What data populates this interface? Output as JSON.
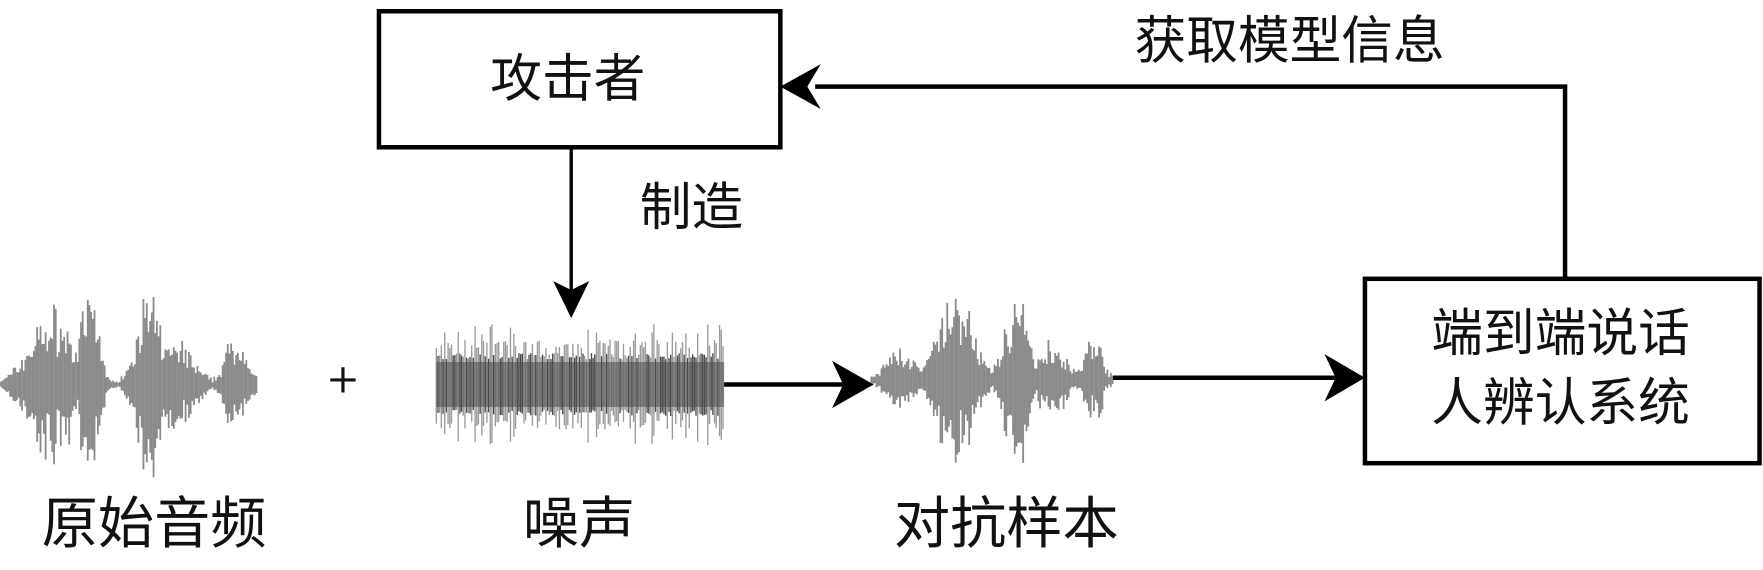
{
  "attacker_box": {
    "label": "攻击者"
  },
  "feedback_label": "获取模型信息",
  "create_label": "制造",
  "system_box": {
    "line1": "端到端说话",
    "line2": "人辨认系统"
  },
  "plus_sign": "+",
  "captions": {
    "original_audio": "原始音频",
    "noise": "噪声",
    "adversarial_sample": "对抗样本"
  },
  "colors": {
    "line": "#000000",
    "waveform": "#8a8a8a",
    "noise_dark": "#4a4a4a",
    "noise_light": "#9a9a9a"
  }
}
